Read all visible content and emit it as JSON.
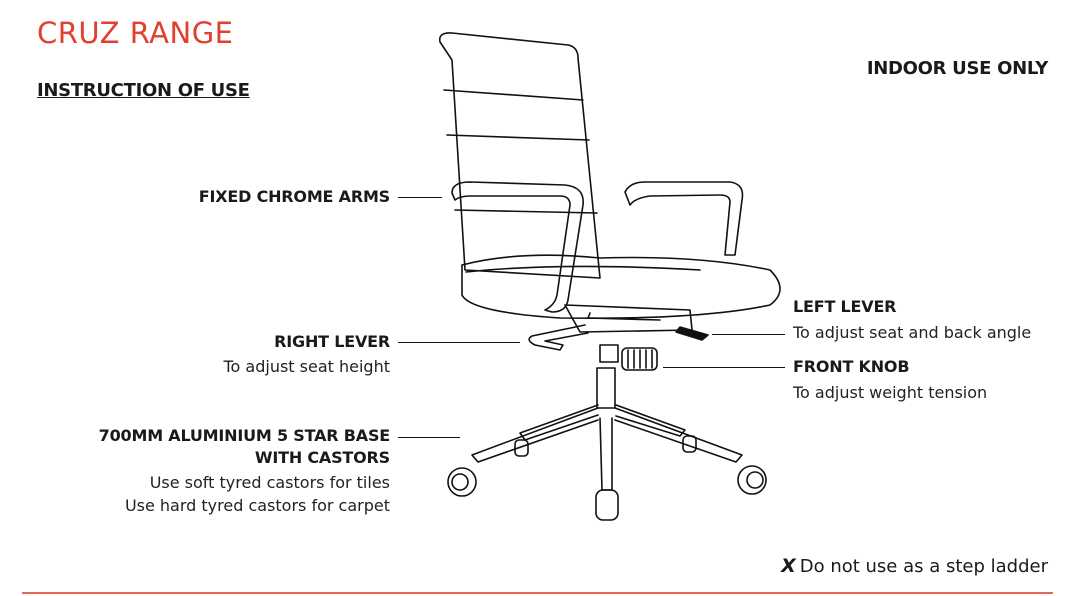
{
  "header": {
    "title": "CRUZ RANGE",
    "subtitle": "INSTRUCTION OF USE",
    "indoor_notice": "INDOOR USE ONLY"
  },
  "callouts": {
    "arms": {
      "label": "FIXED CHROME ARMS"
    },
    "right_lever": {
      "label": "RIGHT LEVER",
      "desc": "To adjust seat height"
    },
    "base": {
      "label_line1": "700MM ALUMINIUM 5 STAR BASE",
      "label_line2": "WITH CASTORS",
      "desc_line1": "Use soft tyred castors for tiles",
      "desc_line2": "Use hard tyred castors for carpet"
    },
    "left_lever": {
      "label": "LEFT LEVER",
      "desc": "To adjust seat and back angle"
    },
    "front_knob": {
      "label": "FRONT KNOB",
      "desc": "To adjust weight tension"
    }
  },
  "footer": {
    "warning_icon": "x-mark-icon",
    "warning_mark": "X",
    "warning_text": "Do not use as a step ladder"
  },
  "colors": {
    "accent": "#e0402c",
    "rule": "#e06a5a"
  }
}
